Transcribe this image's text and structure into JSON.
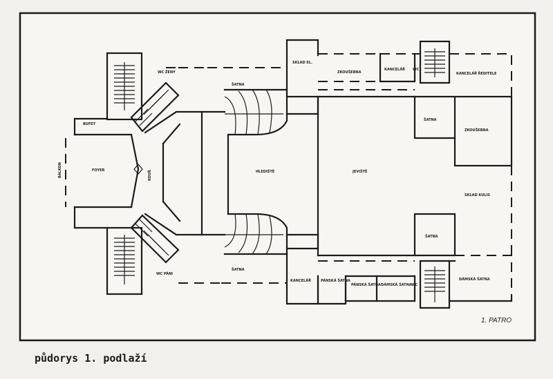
{
  "caption": "půdorys 1. podlaží",
  "floor_label": "1. PATRO",
  "rooms": {
    "balkon": "BALKON",
    "bufet": "BUFET",
    "wc_top": "WC ŽENY",
    "wc_bottom": "WC PÁNI",
    "sklad_top": "SKLAD EL.",
    "zkusebna_top": "ZKOUŠEBNA",
    "kancelar_top": "KANCELÁŘ",
    "wc_right": "WC",
    "kancelar_reditele": "KANCELÁŘ ŘEDITELE",
    "satna_top": "ŠATNA",
    "satna_right": "ŠATNA",
    "zkusebna_right": "ZKOUŠEBNA",
    "sklad_kulis": "SKLAD KULIS",
    "satna_right_bottom": "ŠATNA",
    "foyer": "FOYER",
    "hlediste": "HLEDIŠTĚ",
    "jeviste": "JEVIŠTĚ",
    "satna_bottom": "ŠATNA",
    "kancelar_bottom": "KANCELÁŘ",
    "pansk_satna_1": "PÁNSKÁ ŠATNA",
    "pansk_satna_2": "PÁNSKÁ ŠATNA",
    "damska_satna_1": "DÁMSKÁ ŠATNA",
    "damska_satna_2": "DÁMSKÁ ŠATNA",
    "wc_bottom_right": "WC",
    "zen_label": "KOUŘ"
  }
}
